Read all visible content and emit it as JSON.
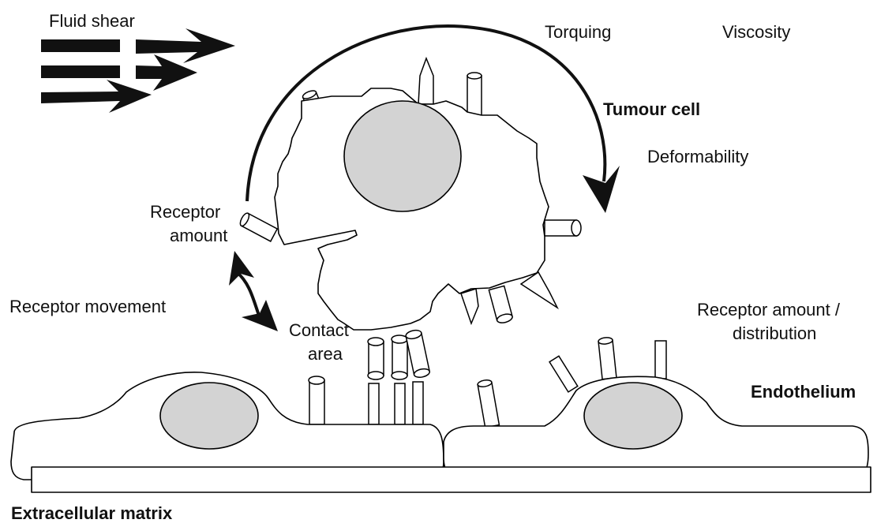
{
  "labels": {
    "fluid_shear": "Fluid shear",
    "torquing": "Torquing",
    "viscosity": "Viscosity",
    "tumour_cell": "Tumour cell",
    "deformability": "Deformability",
    "receptor_amount_line1": "Receptor",
    "receptor_amount_line2": "amount",
    "receptor_movement": "Receptor movement",
    "contact_area_line1": "Contact",
    "contact_area_line2": "area",
    "receptor_distribution_line1": "Receptor amount /",
    "receptor_distribution_line2": "distribution",
    "endothelium": "Endothelium",
    "extracellular_matrix": "Extracellular matrix"
  },
  "colors": {
    "nucleus": "#d3d3d3",
    "ink": "#111111",
    "background": "#ffffff"
  }
}
